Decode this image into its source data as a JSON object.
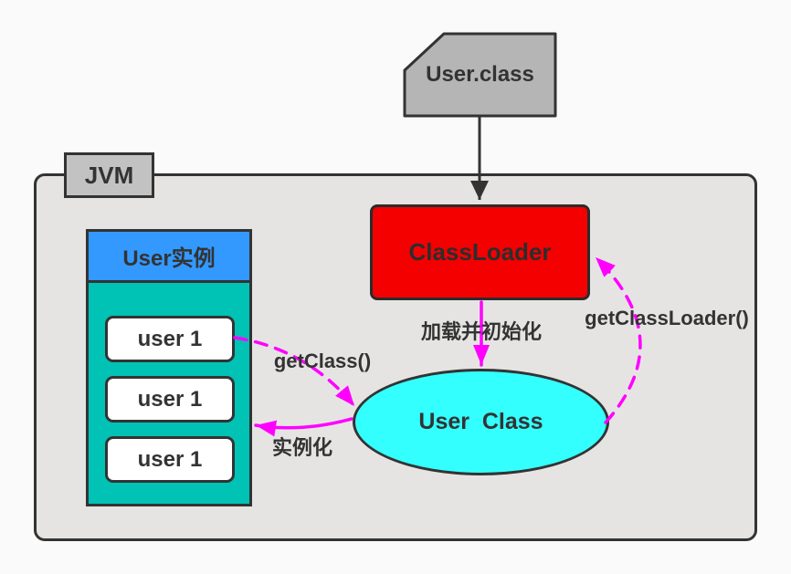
{
  "colors": {
    "background": "#fafafa",
    "jvm_fill": "#e5e4e3",
    "jvm_tag_fill": "#c2c2c2",
    "file_shape_fill": "#b5b5b5",
    "classloader_red": "#f40000",
    "ellipse_cyan": "#33ffff",
    "header_blue": "#3399ff",
    "instances_teal": "#00c2b5",
    "arrow_magenta": "#ff00ff",
    "stroke_dark": "#333333",
    "text_dark": "#333333"
  },
  "nodes": {
    "jvm_tag": "JVM",
    "class_file": "User.class",
    "classloader": "ClassLoader",
    "user_class": "User  Class",
    "instances_header": "User实例",
    "instances": [
      "user 1",
      "user 1",
      "user 1"
    ]
  },
  "edges": {
    "load_init": "加载并初始化",
    "get_classloader": "getClassLoader()",
    "get_class": "getClass()",
    "instantiate": "实例化"
  }
}
